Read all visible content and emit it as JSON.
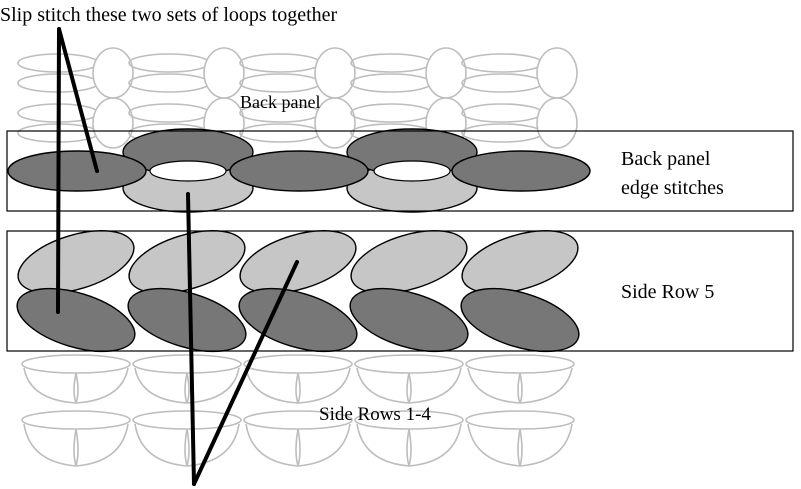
{
  "labels": {
    "instruction": "Slip stitch these two sets of loops together",
    "back_panel": "Back panel",
    "back_edge_line1": "Back panel",
    "back_edge_line2": "edge stitches",
    "side_row5": "Side Row 5",
    "side_rows_1_4": "Side Rows 1-4"
  },
  "colors": {
    "dark_loop": "#777777",
    "light_loop": "#c6c6c6",
    "faint_outline": "#bdbdbd",
    "pointer": "#000000"
  }
}
